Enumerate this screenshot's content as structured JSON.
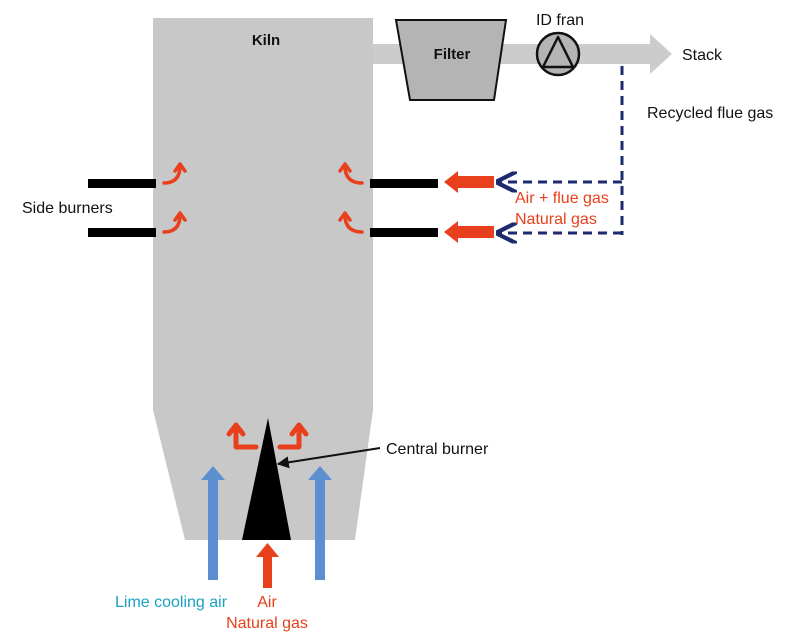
{
  "labels": {
    "kiln": "Kiln",
    "filter": "Filter",
    "id_fan": "ID fran",
    "stack": "Stack",
    "recycled": "Recycled flue gas",
    "side_burners": "Side burners",
    "air_flue_gas": "Air + flue gas",
    "natural_gas_side": "Natural gas",
    "central_burner": "Central burner",
    "lime_cooling_air": "Lime cooling air",
    "air_bottom": "Air",
    "natural_gas_bottom": "Natural gas"
  },
  "colors": {
    "kiln": "#c8c8c8",
    "duct": "#cccccc",
    "filter": "#b4b4b4",
    "burner": "#000000",
    "hot_gas": "#e8401c",
    "recycle_line": "#1c2a6e",
    "cooling_air": "#5b8fd0",
    "cooling_text": "#1aa0c0",
    "text": "#111111"
  }
}
